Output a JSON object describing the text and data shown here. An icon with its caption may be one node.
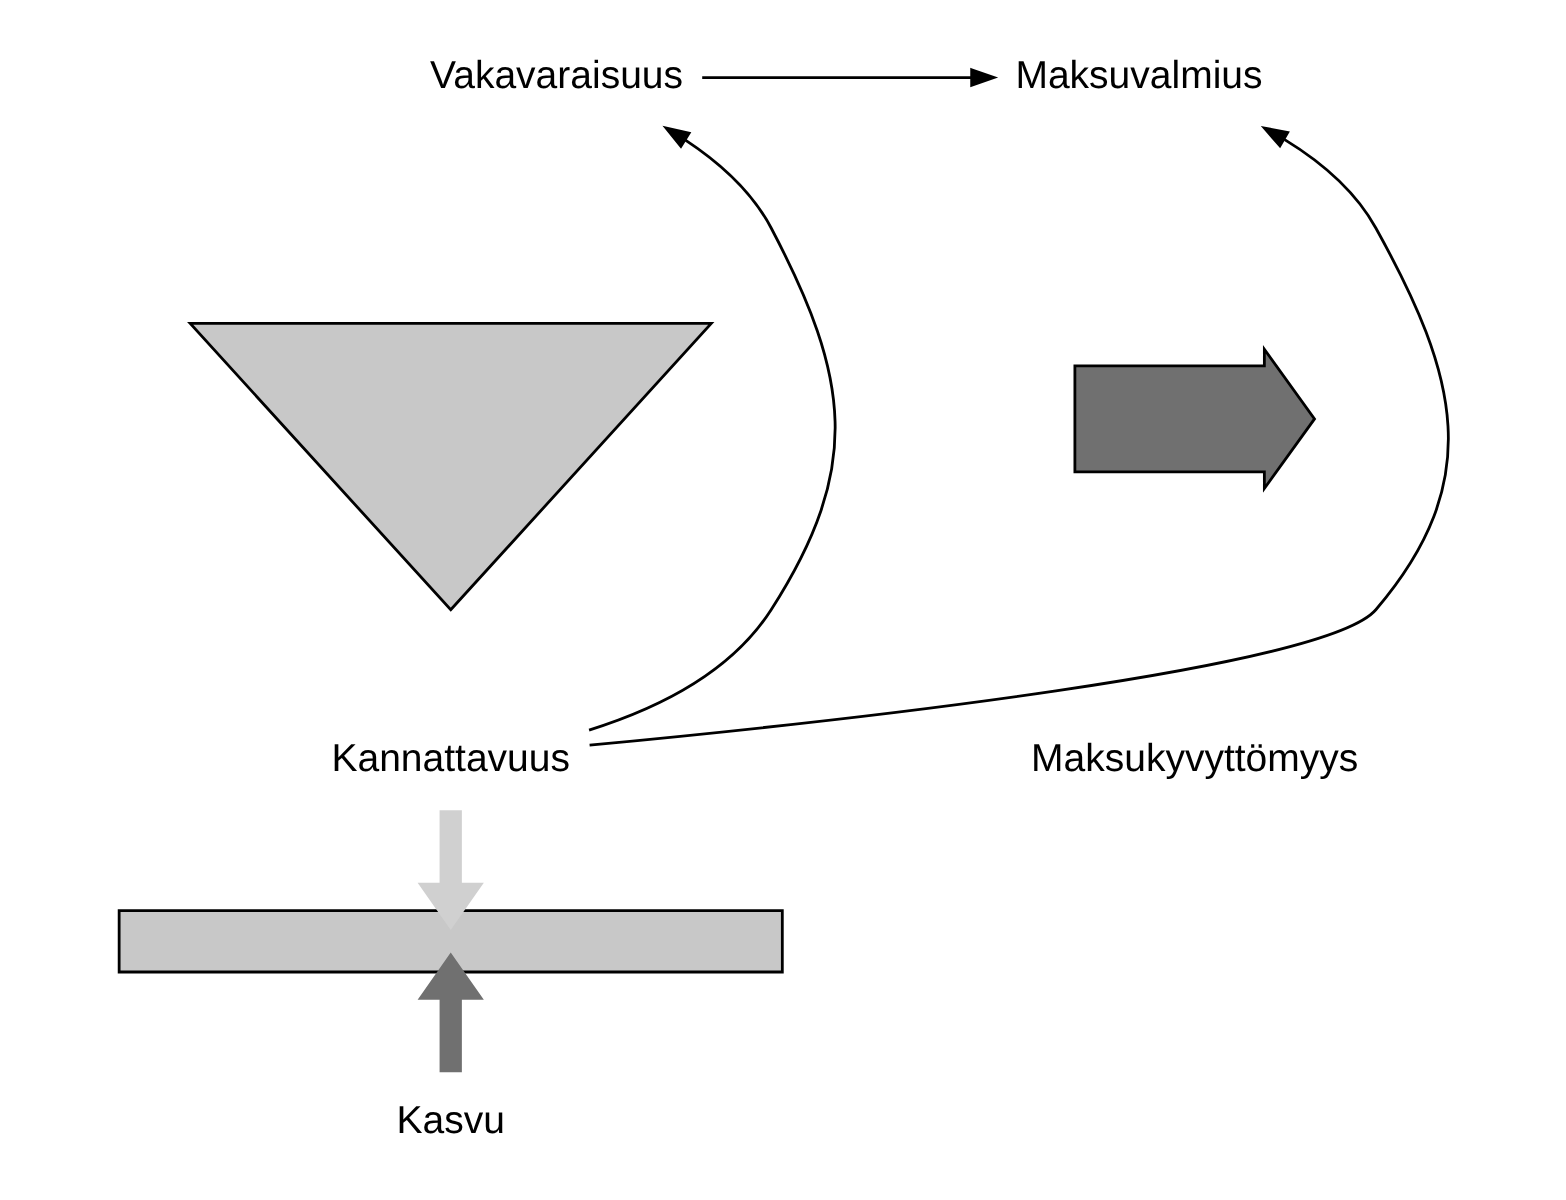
{
  "diagram": {
    "nodes": [
      {
        "text": [
          "Vakavaraisuus"
        ]
      },
      {
        "text": [
          "Maksuvalmius"
        ]
      },
      {
        "text": [],
        "shape": "triangle"
      },
      {
        "text": [
          "Kannattavuus"
        ]
      },
      {
        "text": [],
        "shape": "bar"
      },
      {
        "text": [
          "Kasvu"
        ]
      },
      {
        "text": [],
        "shape": "arrow"
      }
    ],
    "labels": [
      "Maksukyvyttömyys"
    ],
    "edges": [
      {
        "from": 0,
        "to": 1,
        "arrow": "to"
      },
      {
        "from": 3,
        "to": 0,
        "arrow": "to"
      },
      {
        "from": 3,
        "to": 1,
        "arrow": "to"
      },
      {
        "from": 3,
        "to": 4,
        "arrow": "to",
        "style": "thick",
        "color": "#d0d0d0"
      },
      {
        "from": 5,
        "to": 4,
        "arrow": "to",
        "style": "thick",
        "color": "#707070"
      }
    ]
  }
}
